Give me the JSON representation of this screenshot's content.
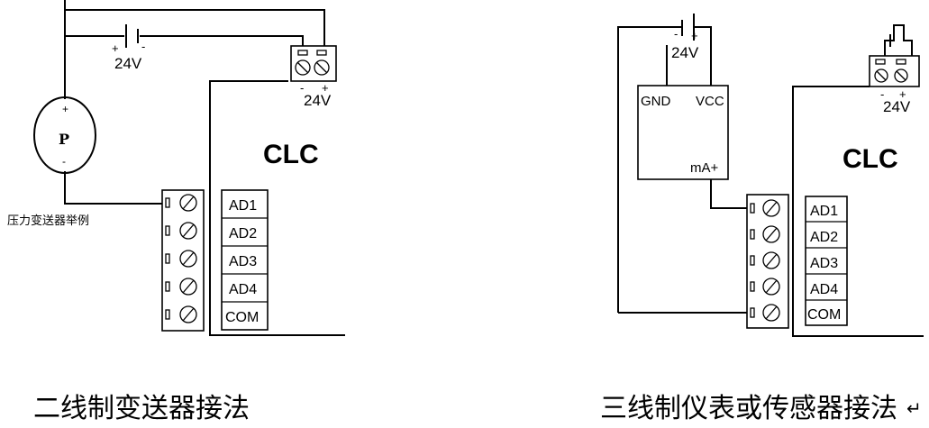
{
  "left": {
    "battery_voltage": "24V",
    "battery_plus": "+",
    "battery_minus": "-",
    "terminal_voltage": "24V",
    "terminal_minus": "-",
    "terminal_plus": "+",
    "sensor_symbol": "P",
    "sensor_plus": "+",
    "sensor_minus": "-",
    "sensor_caption": "压力变送器举例",
    "controller_label": "CLC",
    "ports": [
      "AD1",
      "AD2",
      "AD3",
      "AD4",
      "COM"
    ],
    "title": "二线制变送器接法"
  },
  "right": {
    "battery_voltage": "24V",
    "battery_minus": "-",
    "battery_plus": "+",
    "device_gnd": "GND",
    "device_vcc": "VCC",
    "device_out": "mA+",
    "terminal_voltage": "24V",
    "terminal_minus": "-",
    "terminal_plus": "+",
    "controller_label": "CLC",
    "ports": [
      "AD1",
      "AD2",
      "AD3",
      "AD4",
      "COM"
    ],
    "title": "三线制仪表或传感器接法",
    "return_mark": "↵"
  }
}
